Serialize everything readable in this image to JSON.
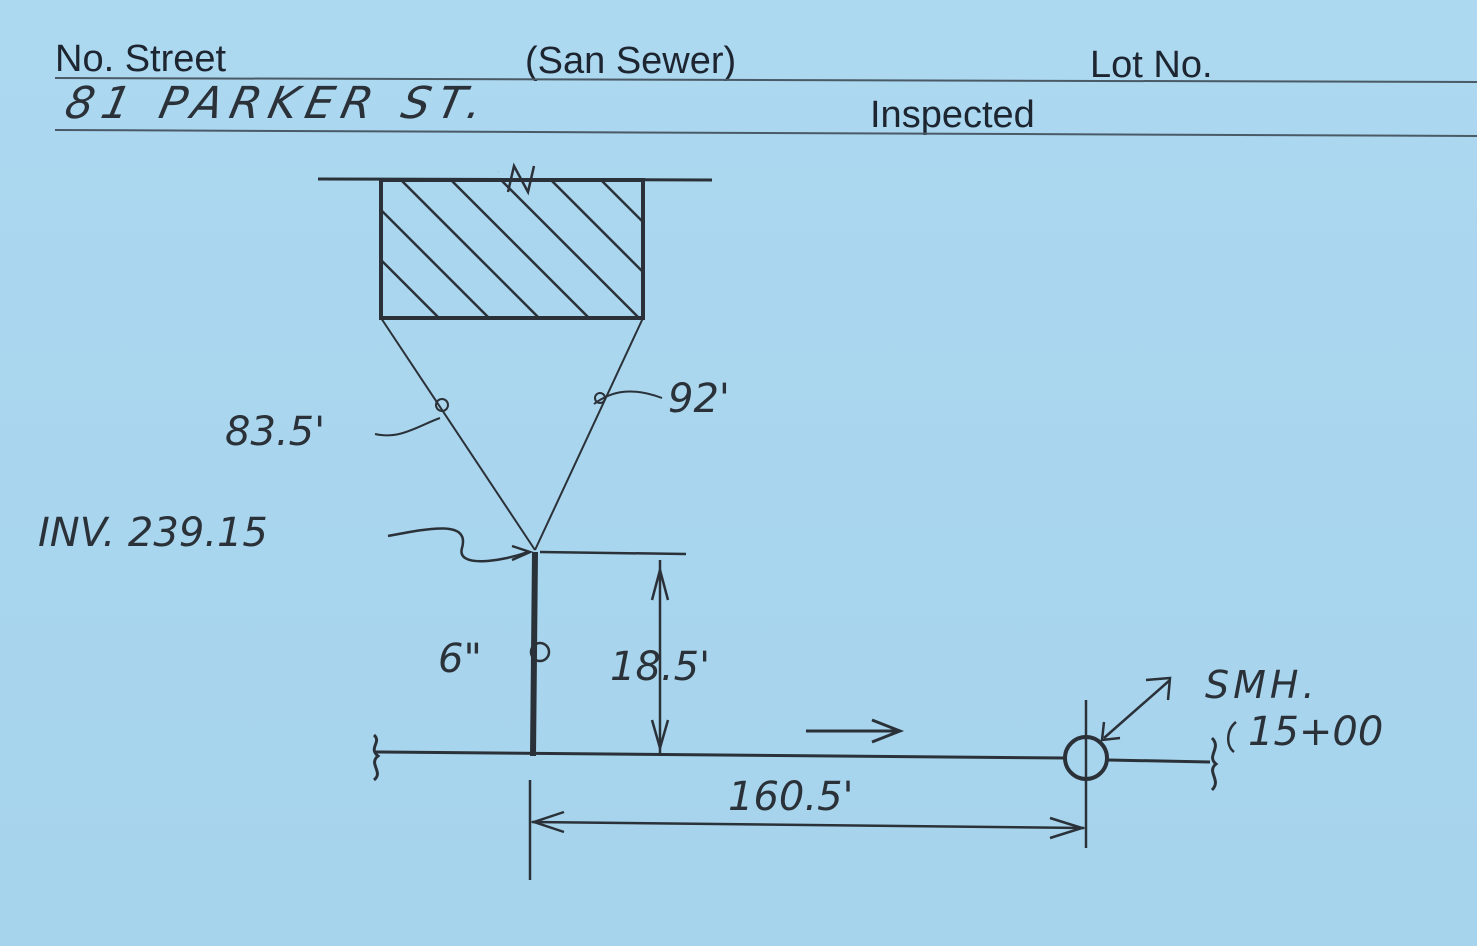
{
  "header": {
    "street_label": "No. Street",
    "sewer_label": "(San Sewer)",
    "lot_label": "Lot No.",
    "inspected_label": "Inspected",
    "address": "81 PARKER ST."
  },
  "sketch": {
    "north_label": "N",
    "tie_left": "83.5'",
    "tie_right": "92'",
    "invert": "INV. 239.15",
    "pipe_size": "6\"",
    "offset": "18.5'",
    "manhole": "SMH.",
    "station": "15+00",
    "distance": "160.5'"
  },
  "colors": {
    "card": "#a9d6ee",
    "rule": "#4a5a66",
    "ink": "#2b3138"
  }
}
